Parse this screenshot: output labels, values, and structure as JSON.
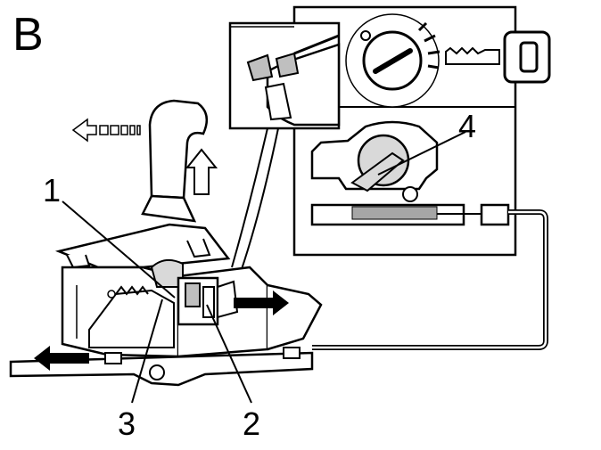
{
  "figure": {
    "panel_letter": "B",
    "callouts": [
      "1",
      "2",
      "3",
      "4"
    ]
  },
  "colors": {
    "ink": "#000000",
    "paper": "#ffffff",
    "shade_light": "#d9d9d9",
    "shade_mid": "#bfbfbf",
    "shade_dark": "#a6a6a6"
  },
  "icons": [
    "ignition-cylinder-icon",
    "key-icon",
    "arrow-left-icon",
    "arrow-up-icon",
    "arrow-right-icon"
  ]
}
